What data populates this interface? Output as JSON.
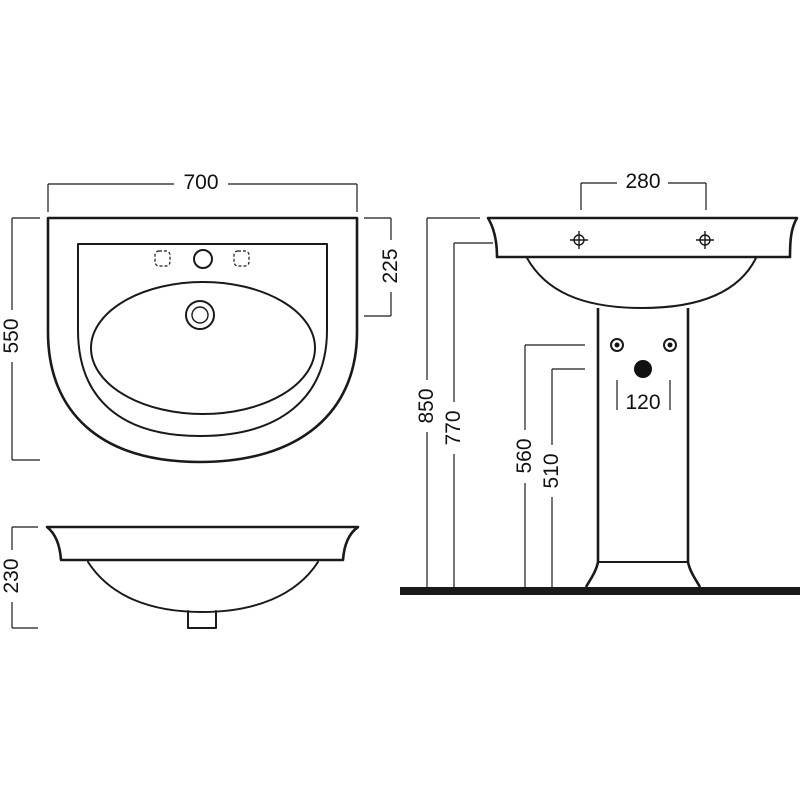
{
  "colors": {
    "line": "#1a1a1a",
    "background": "#ffffff"
  },
  "dimensions": {
    "top_width": "700",
    "top_depth": "550",
    "tap_zone": "225",
    "side_height": "230",
    "tap_spacing": "280",
    "total_height": "850",
    "rim_height": "770",
    "fixing_high": "560",
    "fixing_low": "510",
    "waste_spacing": "120"
  }
}
